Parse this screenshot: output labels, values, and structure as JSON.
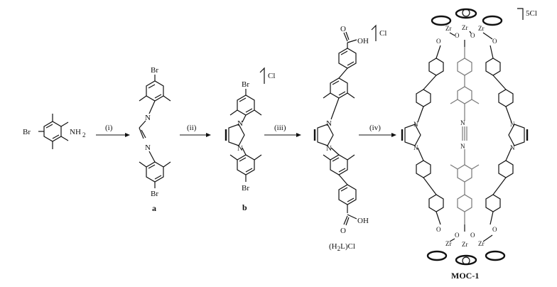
{
  "compounds": {
    "start": {
      "atoms": [
        "Br",
        "NH",
        "2"
      ]
    },
    "a": {
      "label": "a",
      "atoms": [
        "Br",
        "N",
        "N",
        "Br"
      ]
    },
    "b": {
      "label": "b",
      "atoms": [
        "Br",
        "N",
        "N",
        "Br"
      ],
      "counterion": "Cl"
    },
    "h2l": {
      "label_main": "(H",
      "label_sub": "2",
      "label_end": "L)Cl",
      "atoms": [
        "O",
        "OH",
        "N",
        "N",
        "O",
        "OH"
      ],
      "counterion": "Cl"
    },
    "moc": {
      "label": "MOC-1",
      "counterion": "5Cl",
      "metal": "Zr",
      "oxygen": "O",
      "nitrogen": "N"
    }
  },
  "arrows": [
    {
      "label": "(i)"
    },
    {
      "label": "(ii)"
    },
    {
      "label": "(iii)"
    },
    {
      "label": "(iv)"
    }
  ]
}
